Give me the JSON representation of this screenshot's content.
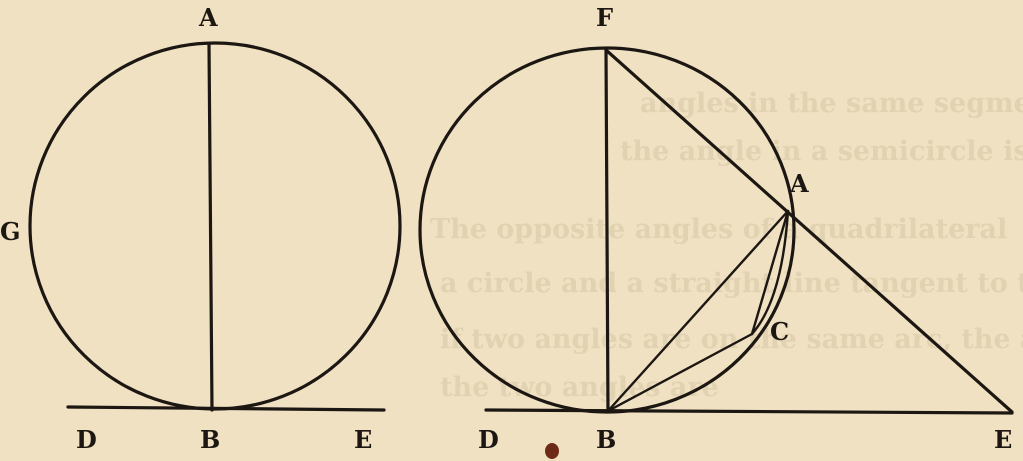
{
  "figure_left": {
    "labels": {
      "top": "A",
      "left": "G",
      "tangent_left": "D",
      "tangent_point": "B",
      "tangent_right": "E"
    }
  },
  "figure_right": {
    "labels": {
      "top": "F",
      "chord_point": "A",
      "inner_point": "C",
      "tangent_left": "D",
      "tangent_point": "B",
      "tangent_right": "E"
    }
  },
  "page_bleed_text": [
    "angles in the same segment are equal.",
    "the angle in a semicircle is a right angle,",
    "The opposite angles of a quadrilateral",
    "a circle and a straight line tangent to the circle",
    "if two angles are on the same arc, the angles are",
    "the two angles are"
  ],
  "colors": {
    "paper": "#efe1c1",
    "ink": "#1c1712",
    "bleed": "#d7c7a6"
  }
}
